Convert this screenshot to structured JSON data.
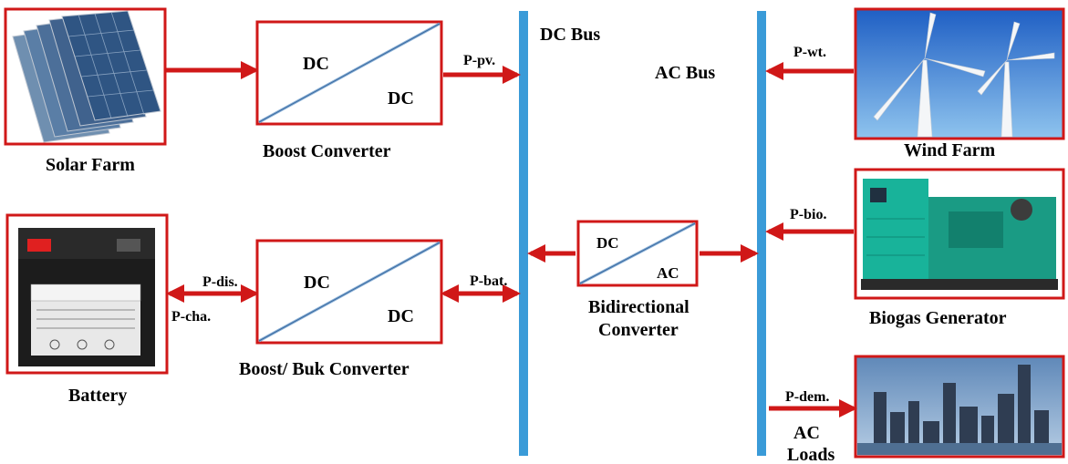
{
  "buses": {
    "dc_bus": "DC Bus",
    "ac_bus": "AC Bus"
  },
  "components": {
    "solar_farm": "Solar Farm",
    "boost_converter": "Boost Converter",
    "boost_converter_in": "DC",
    "boost_converter_out": "DC",
    "battery": "Battery",
    "boost_buck_converter": "Boost/ Buk Converter",
    "boost_buck_in": "DC",
    "boost_buck_out": "DC",
    "bidirectional_converter_line1": "Bidirectional",
    "bidirectional_converter_line2": "Converter",
    "bidirectional_in": "DC",
    "bidirectional_out": "AC",
    "wind_farm": "Wind Farm",
    "biogas_generator": "Biogas Generator",
    "ac_loads_line1": "AC",
    "ac_loads_line2": "Loads"
  },
  "flows": {
    "p_pv": "P-pv.",
    "p_wt": "P-wt.",
    "p_bio": "P-bio.",
    "p_dis": "P-dis.",
    "p_cha": "P-cha.",
    "p_bat": "P-bat.",
    "p_dem": "P-dem."
  },
  "colors": {
    "frame_red": "#d01818",
    "bus_blue": "#3a9bd8",
    "arrow_red": "#d01818"
  }
}
